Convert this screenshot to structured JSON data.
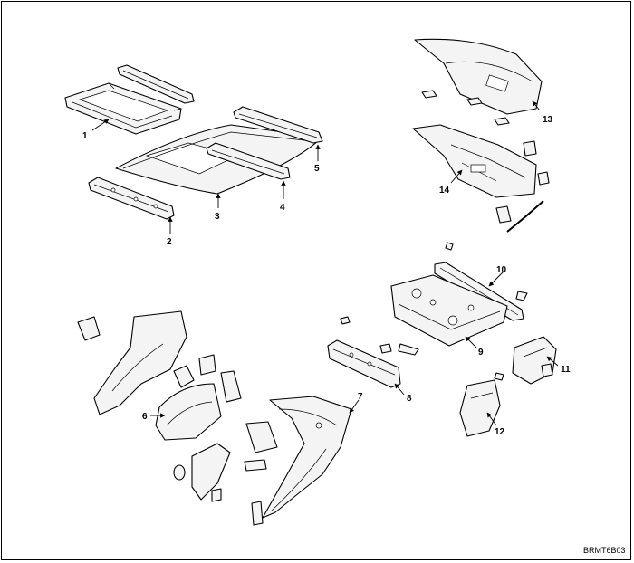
{
  "callouts": [
    "1",
    "2",
    "3",
    "4",
    "5",
    "6",
    "7",
    "8",
    "9",
    "10",
    "11",
    "12",
    "13",
    "14"
  ],
  "figure_code": "BRMT6B03"
}
